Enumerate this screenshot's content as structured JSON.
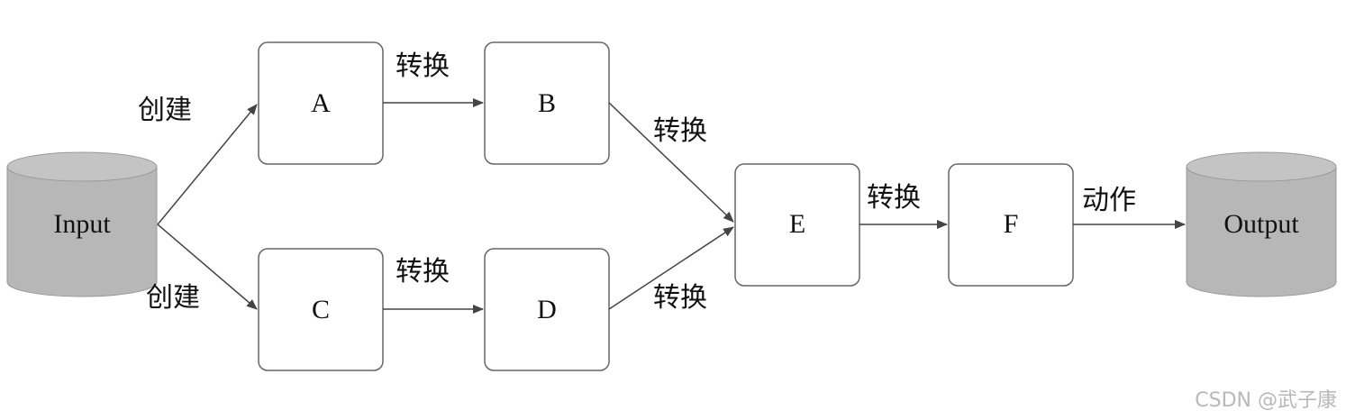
{
  "nodes": {
    "input": "Input",
    "a": "A",
    "b": "B",
    "c": "C",
    "d": "D",
    "e": "E",
    "f": "F",
    "output": "Output"
  },
  "edges": {
    "input_a": "创建",
    "input_c": "创建",
    "a_b": "转换",
    "c_d": "转换",
    "b_e": "转换",
    "d_e": "转换",
    "e_f": "转换",
    "f_output": "动作"
  },
  "colors": {
    "cylinder_fill": "#b7b7b7",
    "cylinder_top": "#c4c4c4",
    "stroke": "#444444"
  },
  "watermark": "CSDN @武子康"
}
